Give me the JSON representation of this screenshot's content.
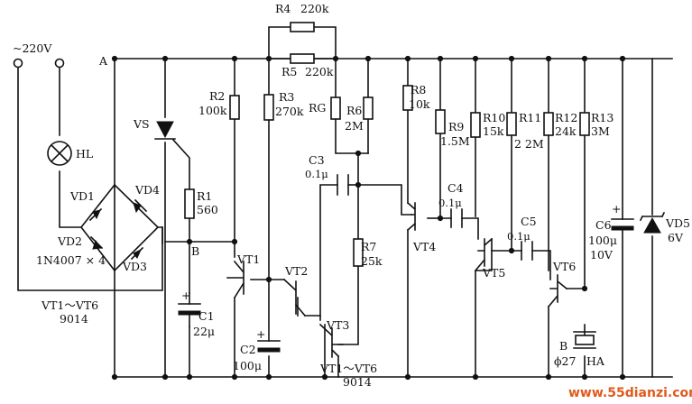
{
  "mains": {
    "label": "~220V"
  },
  "lamp": {
    "name": "HL"
  },
  "bridge": {
    "d1": "VD1",
    "d2": "VD2",
    "d3": "VD3",
    "d4": "VD4",
    "part": "1N4007 × 4"
  },
  "thyristor": {
    "name": "VS"
  },
  "nodes": {
    "a": "A",
    "b": "B"
  },
  "resistors": {
    "r1": {
      "name": "R1",
      "value": "560"
    },
    "r2": {
      "name": "R2",
      "value": "100k"
    },
    "r3": {
      "name": "R3",
      "value": "270k"
    },
    "r4": {
      "name": "R4",
      "value": "220k"
    },
    "r5": {
      "name": "R5",
      "value": "220k"
    },
    "rg": {
      "name": "RG"
    },
    "r6": {
      "name": "R6",
      "value": "2M"
    },
    "r7": {
      "name": "R7",
      "value": "25k"
    },
    "r8": {
      "name": "R8",
      "value": "10k"
    },
    "r9": {
      "name": "R9",
      "value": "1.5M"
    },
    "r10": {
      "name": "R10",
      "value": "15k"
    },
    "r11": {
      "name": "R11",
      "value": "2 2M"
    },
    "r12": {
      "name": "R12",
      "value": "24k"
    },
    "r13": {
      "name": "R13",
      "value": "3M"
    }
  },
  "capacitors": {
    "c1": {
      "name": "C1",
      "value": "22μ"
    },
    "c2": {
      "name": "C2",
      "value": "100μ"
    },
    "c3": {
      "name": "C3",
      "value": "0.1μ"
    },
    "c4": {
      "name": "C4",
      "value": "0.1μ"
    },
    "c5": {
      "name": "C5",
      "value": "0.1μ"
    },
    "c6": {
      "name": "C6",
      "value": "100μ",
      "voltage": "10V"
    }
  },
  "transistors": {
    "vt1": "VT1",
    "vt2": "VT2",
    "vt3": "VT3",
    "vt4": "VT4",
    "vt5": "VT5",
    "vt6": "VT6"
  },
  "notes": {
    "left_range": "VT1～VT6",
    "left_part": "9014",
    "bottom_range": "VT1～VT6",
    "bottom_part": "9014"
  },
  "zener": {
    "name": "VD5",
    "value": "6V"
  },
  "buzzer": {
    "name": "HA",
    "node": "B",
    "size": "ϕ27"
  },
  "plus_sign": "+",
  "watermark": "www.55dianzi.com"
}
